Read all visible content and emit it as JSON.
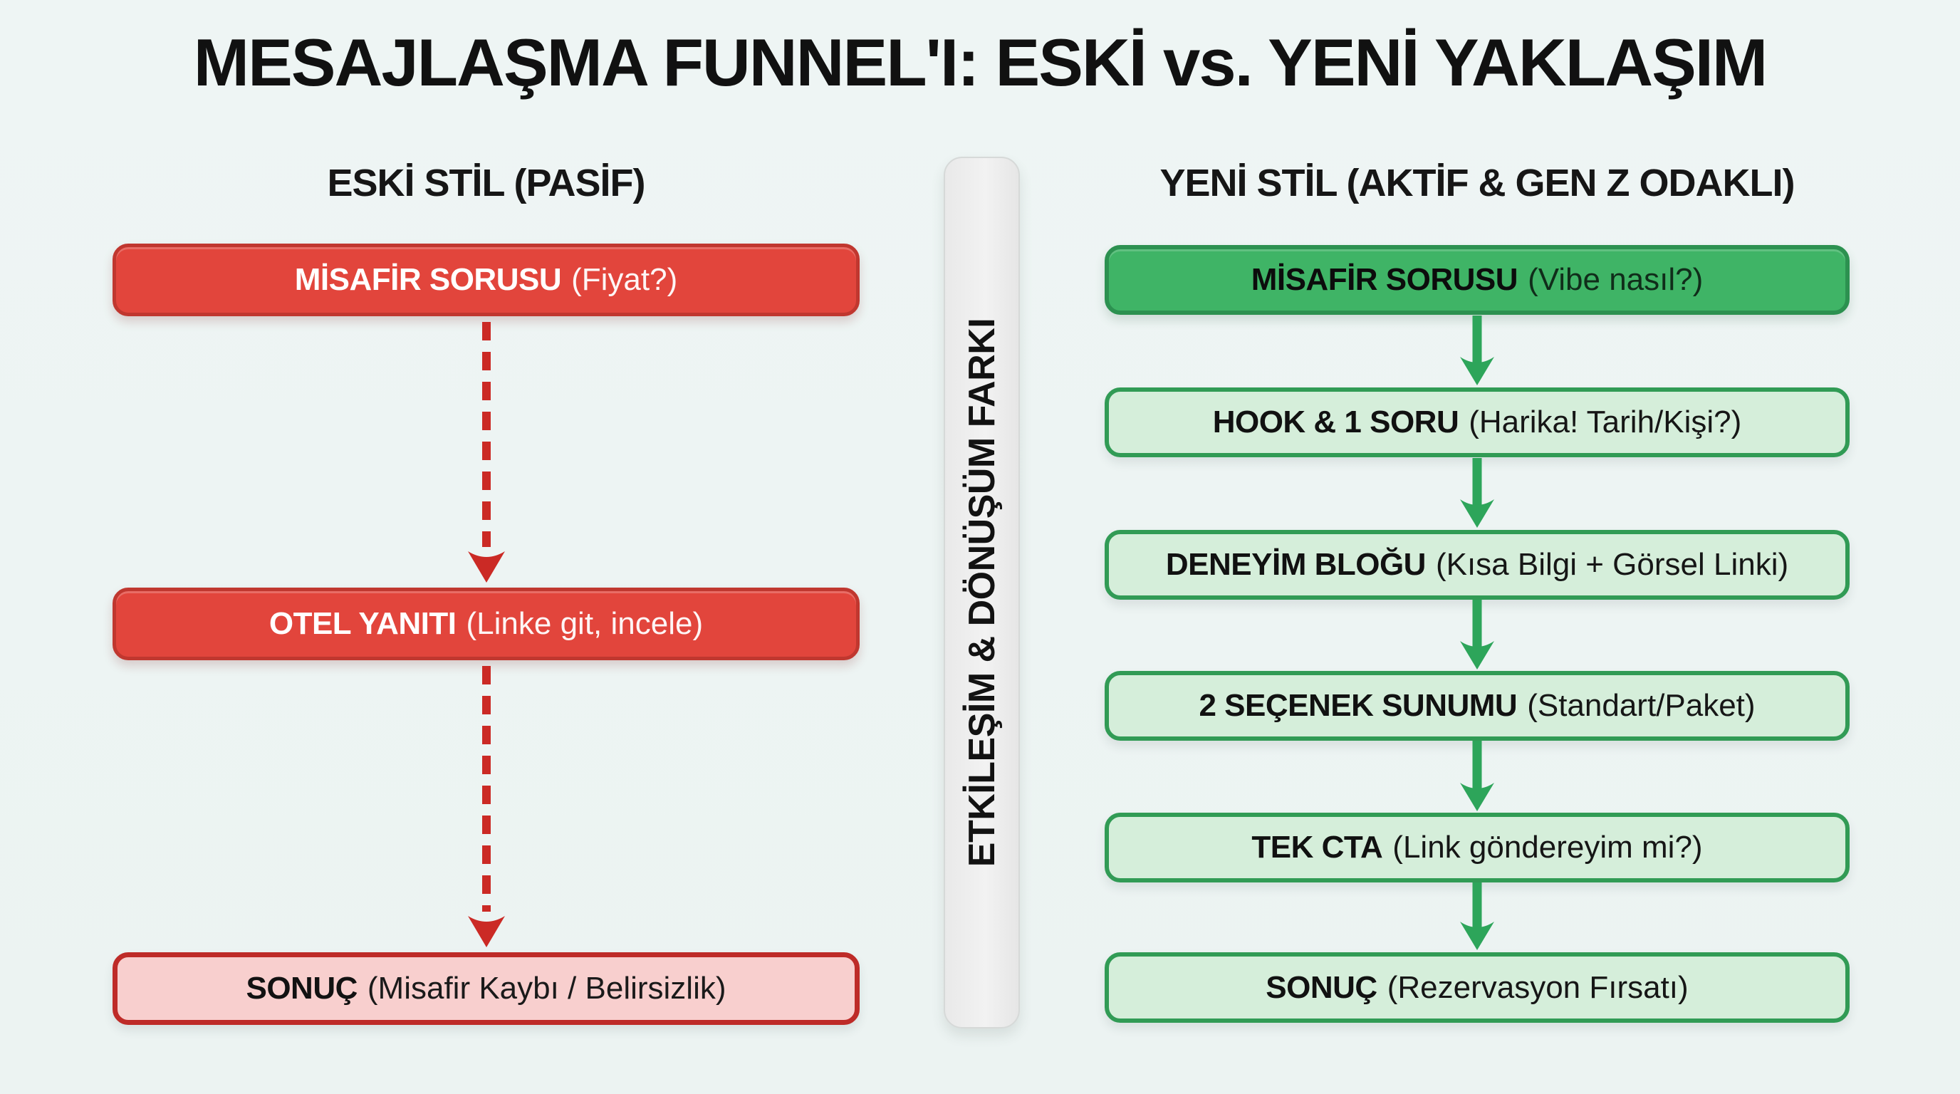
{
  "title": "MESAJLAŞMA FUNNEL'I: ESKİ vs. YENİ YAKLAŞIM",
  "old_funnel": {
    "header": "ESKİ STİL (PASİF)",
    "connector_style": "dashed-red-down-arrow",
    "steps": [
      {
        "label": "MİSAFİR SORUSU",
        "detail": "(Fiyat?)",
        "variant": "solid-red"
      },
      {
        "label": "OTEL YANITI",
        "detail": "(Linke git, incele)",
        "variant": "solid-red"
      },
      {
        "label": "SONUÇ",
        "detail": "(Misafir Kaybı / Belirsizlik)",
        "variant": "pale-red"
      }
    ]
  },
  "divider": {
    "label": "ETKİLEŞİM & DÖNÜŞÜM FARKI"
  },
  "new_funnel": {
    "header": "YENİ STİL (AKTİF & GEN Z ODAKLI)",
    "connector_style": "solid-green-down-arrow",
    "steps": [
      {
        "label": "MİSAFİR SORUSU",
        "detail": "(Vibe nasıl?)",
        "variant": "solid-green"
      },
      {
        "label": "HOOK & 1 SORU",
        "detail": "(Harika! Tarih/Kişi?)",
        "variant": "pale-green"
      },
      {
        "label": "DENEYİM BLOĞU",
        "detail": "(Kısa Bilgi + Görsel Linki)",
        "variant": "pale-green"
      },
      {
        "label": "2 SEÇENEK SUNUMU",
        "detail": "(Standart/Paket)",
        "variant": "pale-green"
      },
      {
        "label": "TEK CTA",
        "detail": "(Link göndereyim mi?)",
        "variant": "pale-green"
      },
      {
        "label": "SONUÇ",
        "detail": "(Rezervasyon Fırsatı)",
        "variant": "pale-green"
      }
    ]
  },
  "colors": {
    "background": "#edf4f3",
    "solid_red_fill": "#e2453c",
    "solid_red_border": "#c0372f",
    "pale_red_fill": "#f8cfce",
    "pale_red_border": "#be2b28",
    "red_arrow": "#cb2a25",
    "solid_green_fill": "#3fb466",
    "solid_green_border": "#2c9150",
    "pale_green_fill": "#d5eeda",
    "pale_green_border": "#319b55",
    "green_arrow": "#2da55a",
    "divider_fill": "#eeeeee",
    "text": "#111111"
  }
}
